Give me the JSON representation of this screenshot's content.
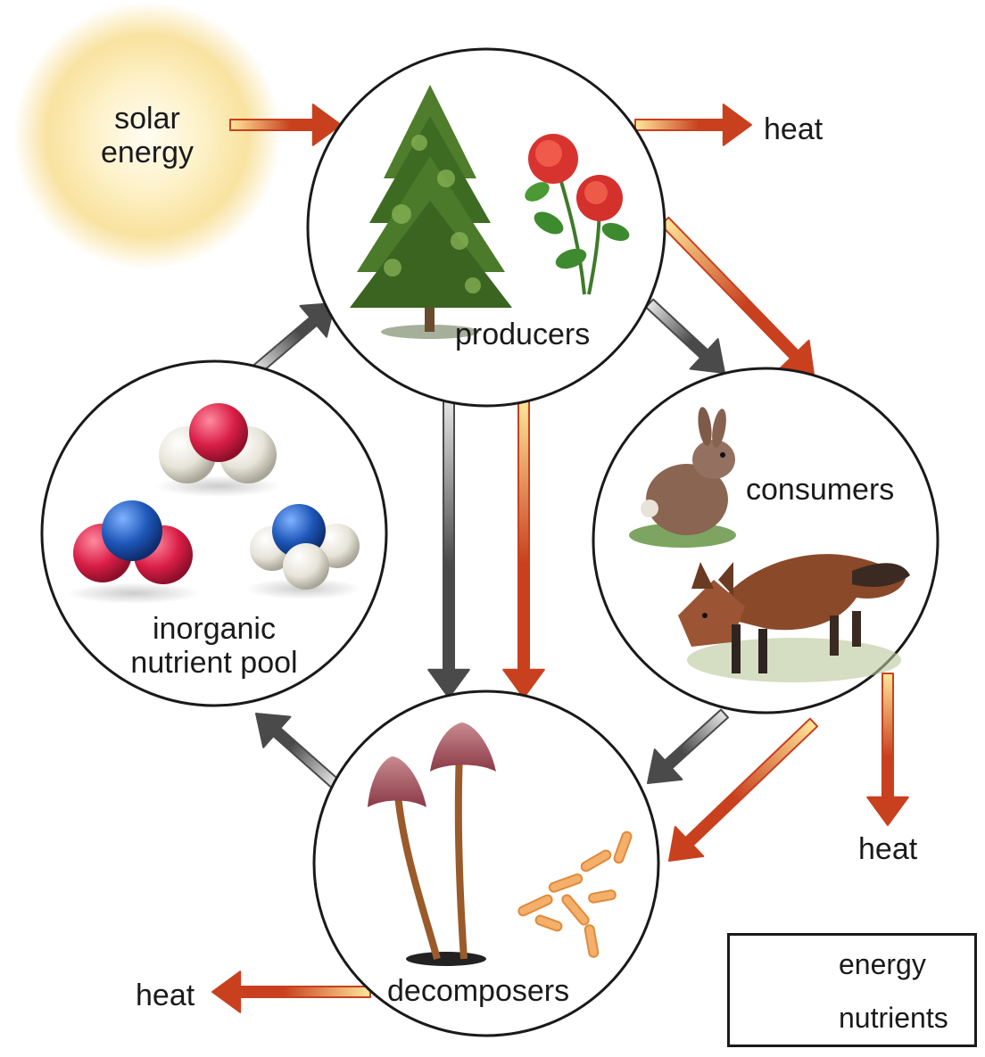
{
  "labels": {
    "solar_energy_line1": "solar",
    "solar_energy_line2": "energy",
    "heat_top": "heat",
    "heat_right": "heat",
    "heat_bottom": "heat",
    "producers": "producers",
    "consumers": "consumers",
    "decomposers": "decomposers",
    "inorganic_line1": "inorganic",
    "inorganic_line2": "nutrient pool"
  },
  "legend": {
    "energy": "energy",
    "nutrients": "nutrients"
  },
  "colors": {
    "energy_arrow": "#c8401e",
    "energy_gradient_start": "#ffe79a",
    "nutrient_arrow": "#4a4a4a",
    "nutrient_gradient_start": "#e6e6e6",
    "circle_stroke": "#1a1a1a",
    "sun_glow": "#f7d984"
  }
}
